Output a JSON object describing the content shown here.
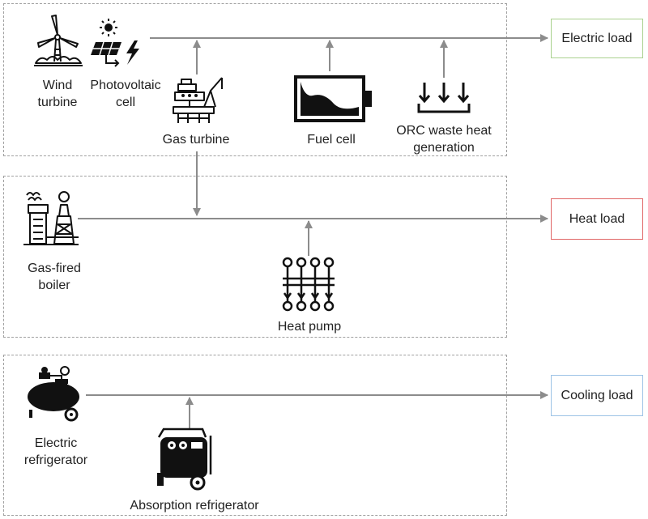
{
  "loads": {
    "electric": {
      "label": "Electric load",
      "border": "#a9d18e"
    },
    "heat": {
      "label": "Heat load",
      "border": "#e06666"
    },
    "cooling": {
      "label": "Cooling load",
      "border": "#9dc3e6"
    }
  },
  "devices": {
    "wind_turbine": {
      "line1": "Wind",
      "line2": "turbine",
      "icon": "wind-turbine-icon"
    },
    "photovoltaic": {
      "line1": "Photovoltaic",
      "line2": "cell",
      "icon": "solar-panel-icon"
    },
    "gas_turbine": {
      "label": "Gas turbine",
      "icon": "oil-rig-icon"
    },
    "fuel_cell": {
      "label": "Fuel cell",
      "icon": "battery-icon"
    },
    "orc": {
      "line1": "ORC waste heat",
      "line2": "generation",
      "icon": "heat-arrows-icon"
    },
    "gas_boiler": {
      "line1": "Gas-fired",
      "line2": "boiler",
      "icon": "factory-icon"
    },
    "heat_pump": {
      "label": "Heat pump",
      "icon": "heat-pump-icon"
    },
    "electric_refrigerator": {
      "line1": "Electric",
      "line2": "refrigerator",
      "icon": "compressor-icon"
    },
    "absorption_refrigerator": {
      "label": "Absorption refrigerator",
      "icon": "generator-icon"
    }
  },
  "colors": {
    "arrow": "#8c8c8c",
    "group_border": "#a0a0a0",
    "icon": "#111111"
  }
}
